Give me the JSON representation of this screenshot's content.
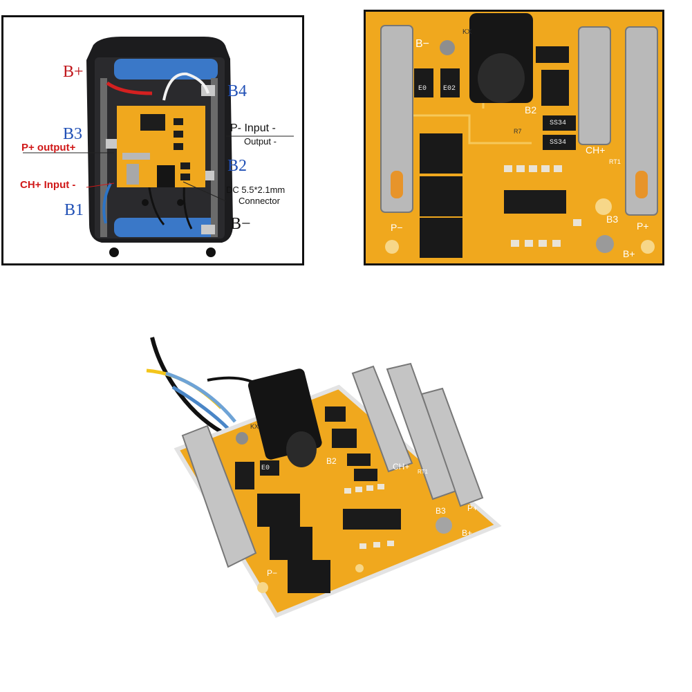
{
  "left_panel": {
    "labels": {
      "b_plus": "B+",
      "b4": "B4",
      "b3": "B3",
      "p_plus_output": "P+ output+",
      "p_minus_input": "P- Input -",
      "output_minus": "Output -",
      "b2": "B2",
      "ch_plus_input": "CH+ Input -",
      "dc_connector_line1": "DC 5.5*2.1mm",
      "dc_connector_line2": "Connector",
      "b1": "B1",
      "b_minus": "B−"
    }
  },
  "right_panel": {
    "labels": {
      "b_minus": "B−",
      "b2": "B2",
      "ch_plus": "CH+",
      "b3": "B3",
      "p_minus": "P−",
      "p_plus": "P+",
      "b_plus": "B+",
      "kx": "KX",
      "chip_e0": "E0",
      "chip_e02": "E02",
      "chip_ss34a": "SS34",
      "chip_ss34b": "SS34",
      "r7": "R7",
      "rt1": "RT1"
    }
  },
  "bottom_panel": {
    "labels": {
      "kx": "KX",
      "b2": "B2",
      "ch_plus": "CH+",
      "b3": "B3",
      "p_plus": "P+",
      "b_plus": "B+",
      "p_minus": "P−",
      "e0": "E0",
      "rt1": "RT1"
    }
  },
  "colors": {
    "pcb_orange": "#f0a81e",
    "battery_blue": "#3a78c8",
    "housing_black": "#1c1c1e",
    "label_blue": "#1f4fb5",
    "label_red": "#d01818"
  }
}
